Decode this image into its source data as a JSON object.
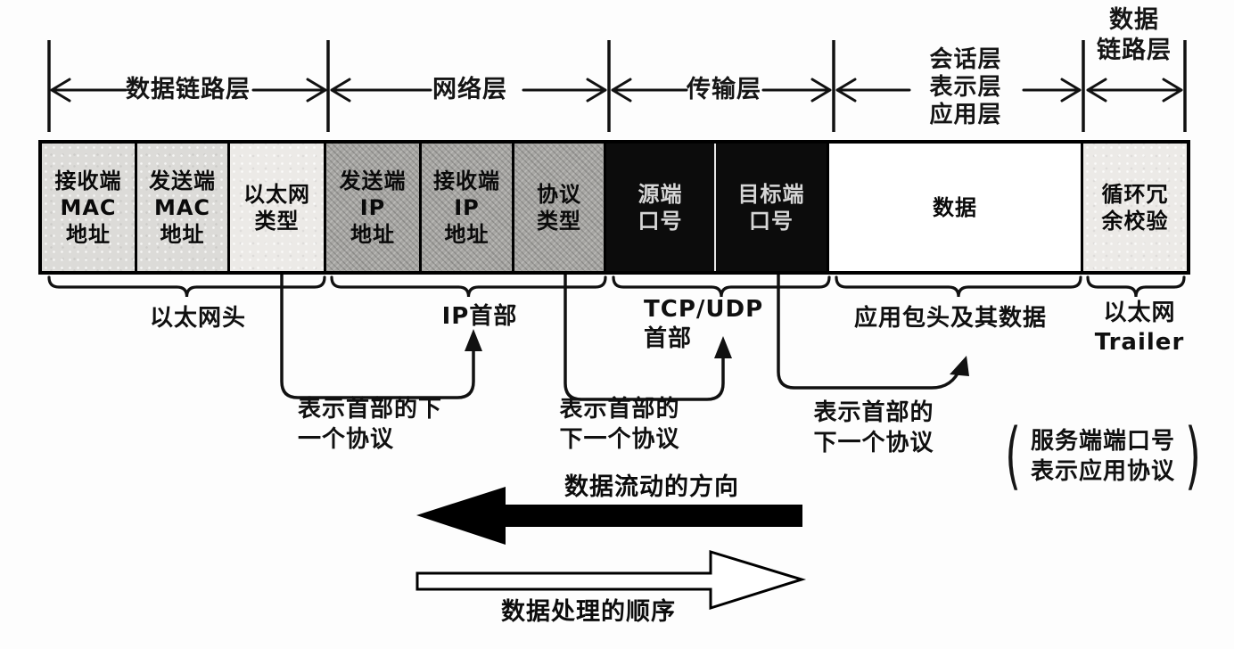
{
  "layer_ruler": {
    "labels": [
      "数据链路层",
      "网络层",
      "传输层",
      "会话层\n表示层\n应用层",
      "数据\n链路层"
    ]
  },
  "packet": {
    "fields": [
      {
        "label": "接收端\nMAC\n地址",
        "style": "light"
      },
      {
        "label": "发送端\nMAC\n地址",
        "style": "light"
      },
      {
        "label": "以太网\n类型",
        "style": "lighter"
      },
      {
        "label": "发送端\nIP\n地址",
        "style": "dark"
      },
      {
        "label": "接收端\nIP\n地址",
        "style": "dark"
      },
      {
        "label": "协议\n类型",
        "style": "dark"
      },
      {
        "label": "源端\n口号",
        "style": "black"
      },
      {
        "label": "目标端\n口号",
        "style": "black"
      },
      {
        "label": "数据",
        "style": "white"
      },
      {
        "label": "循环冗\n余校验",
        "style": "lighter"
      }
    ]
  },
  "sections": {
    "ethernet_header": "以太网头",
    "ip_header": "IP首部",
    "tcp_udp_header": "TCP/UDP\n首部",
    "app_header_data": "应用包头及其数据",
    "ethernet_trailer": "以太网\nTrailer"
  },
  "notes": {
    "next_protocol_1": "表示首部的下\n一个协议",
    "next_protocol_2": "表示首部的\n下一个协议",
    "next_protocol_3": "表示首部的\n下一个协议",
    "port_note": "服务端端口号\n表示应用协议",
    "paren_open": "(",
    "paren_close": ")"
  },
  "flow": {
    "data_flow_direction": "数据流动的方向",
    "processing_order": "数据处理的顺序"
  },
  "colors": {
    "background": "#fdfdfd",
    "line": "#111111",
    "light_field": "#dcdbd8",
    "lighter_field": "#eceae7",
    "dark_field": "#a7a6a3",
    "black_field": "#0c0c0c",
    "black_field_text": "#d6d6d6",
    "data_flow_arrow": "#000000",
    "processing_arrow_fill": "#ffffff"
  }
}
